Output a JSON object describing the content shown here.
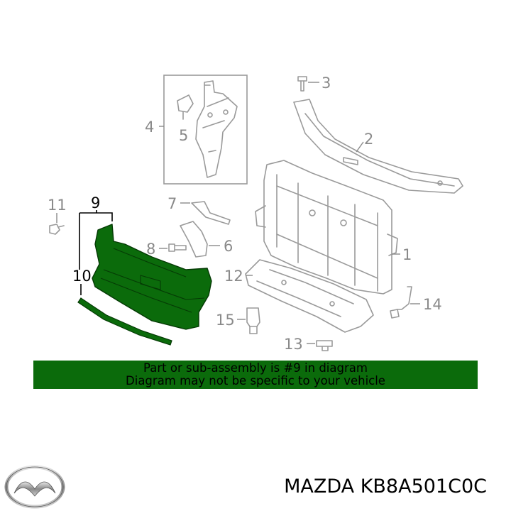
{
  "callouts": {
    "c1": "1",
    "c2": "2",
    "c3": "3",
    "c4": "4",
    "c5": "5",
    "c6": "6",
    "c7": "7",
    "c8": "8",
    "c9": "9",
    "c10": "10",
    "c11": "11",
    "c12": "12",
    "c13": "13",
    "c14": "14",
    "c15": "15"
  },
  "banner": {
    "line1": "Part or sub-assembly is #9 in diagram",
    "line2": "Diagram may not be specific to your vehicle",
    "color": "#0b6b0b"
  },
  "footer": {
    "part_label": "MAZDA KB8A501C0C"
  },
  "colors": {
    "highlight": "#0b6b0b",
    "line_art": "#9a9a9a",
    "callout": "#8a8a8a"
  },
  "icons": {
    "logo": "mazda-logo"
  }
}
